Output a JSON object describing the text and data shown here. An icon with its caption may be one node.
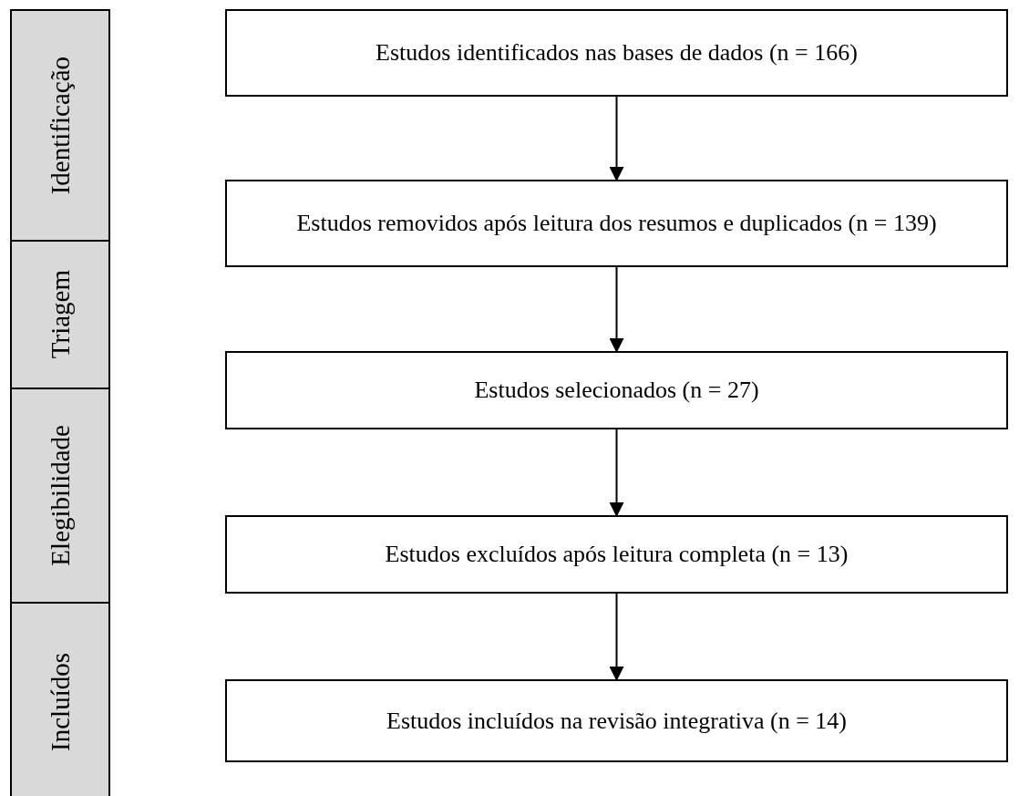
{
  "diagram": {
    "nodes": [
      {
        "text": [
          "Identificação"
        ]
      },
      {
        "text": [
          "Triagem"
        ]
      },
      {
        "text": [
          "Elegibilidade"
        ]
      },
      {
        "text": [
          "Incluídos"
        ]
      },
      {
        "text": [
          "Estudos identificados nas bases de dados (n = 166)"
        ]
      },
      {
        "text": [
          "Estudos removidos após leitura dos resumos e duplicados (n = 139)"
        ]
      },
      {
        "text": [
          "Estudos selecionados (n = 27)"
        ]
      },
      {
        "text": [
          "Estudos excluídos após leitura completa (n = 13)"
        ]
      },
      {
        "text": [
          "Estudos incluídos na revisão integrativa (n = 14)"
        ]
      }
    ],
    "edges": [
      {
        "from": 4,
        "to": 5,
        "arrow": "to"
      },
      {
        "from": 5,
        "to": 6,
        "arrow": "to"
      },
      {
        "from": 6,
        "to": 7,
        "arrow": "to"
      },
      {
        "from": 7,
        "to": 8,
        "arrow": "to"
      }
    ]
  }
}
